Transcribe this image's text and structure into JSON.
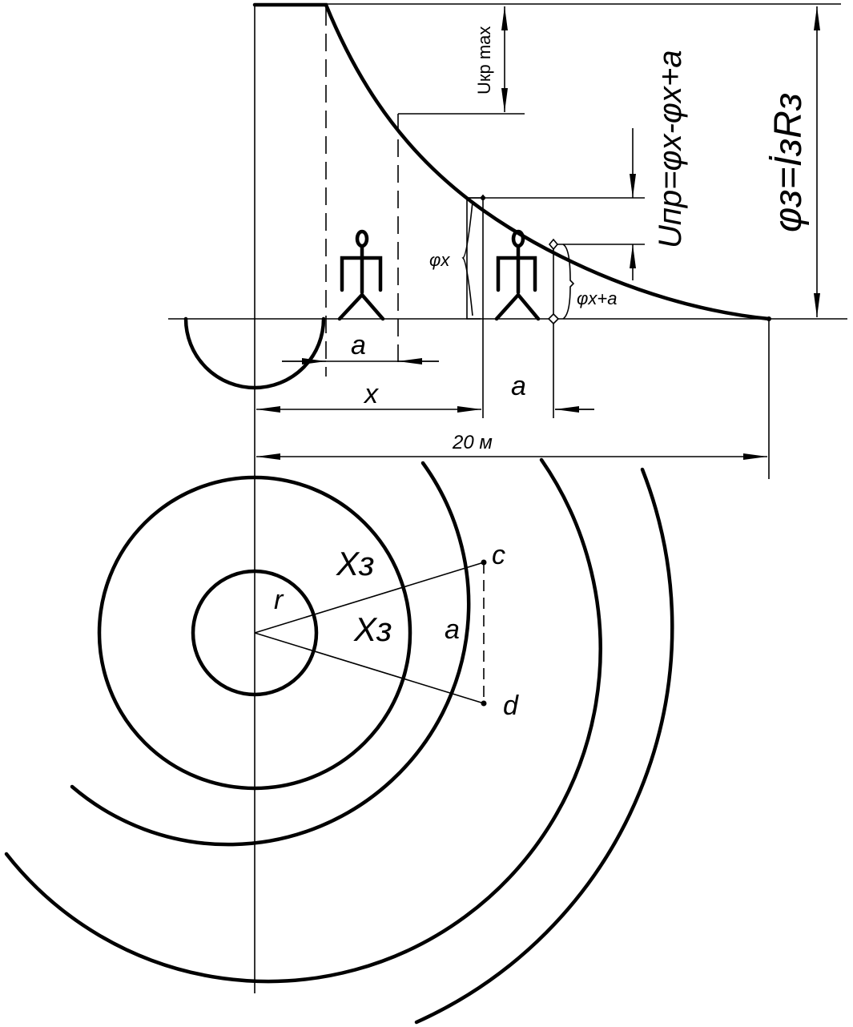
{
  "labels": {
    "u_kr_max": "Uкр max",
    "u_pr": "Uпр=φx-φx+a",
    "phi_z": "φз=İзRз",
    "phi_x": "φx",
    "phi_xa": "φx+a",
    "a_top": "a",
    "a_mid": "a",
    "x": "x",
    "distance": "20 м",
    "x_z_upper": "Xз",
    "x_z_lower": "Xз",
    "r": "r",
    "a_plan": "a",
    "c": "c",
    "d": "d"
  }
}
